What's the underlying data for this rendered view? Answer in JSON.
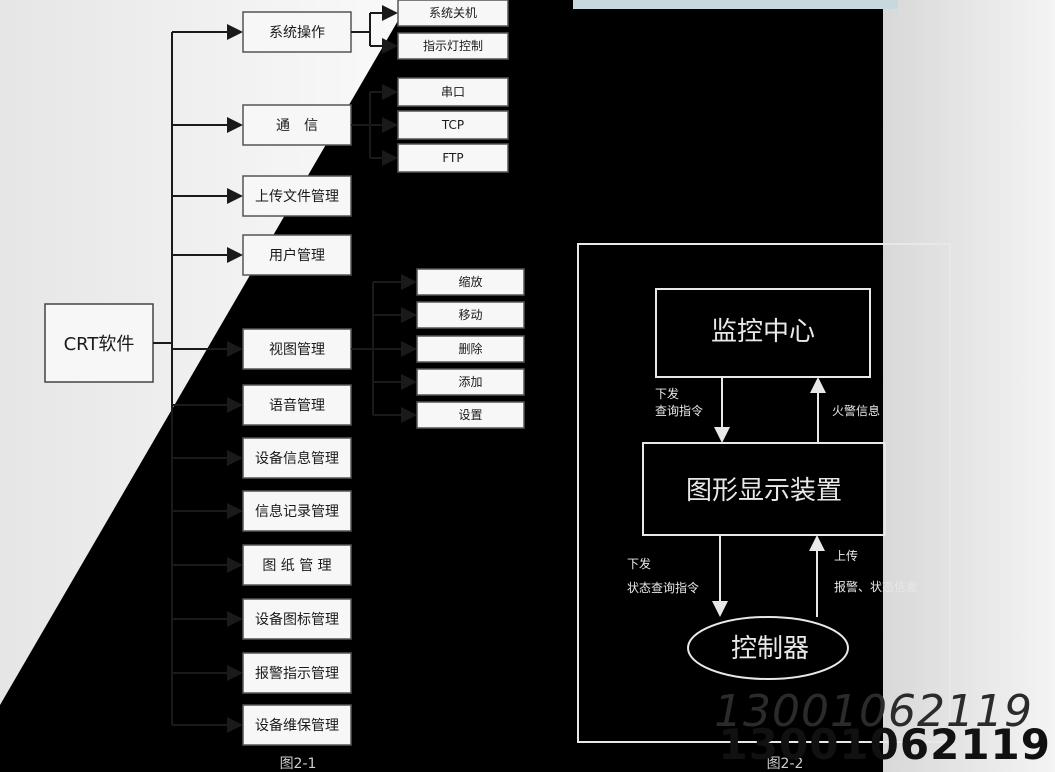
{
  "figure1": {
    "root": "CRT软件",
    "modules": [
      {
        "label": "系统操作",
        "children": [
          "系统关机",
          "指示灯控制"
        ]
      },
      {
        "label": "通　信",
        "children": [
          "串口",
          "TCP",
          "FTP"
        ]
      },
      {
        "label": "上传文件管理",
        "children": []
      },
      {
        "label": "用户管理",
        "children": []
      },
      {
        "label": "视图管理",
        "children": [
          "缩放",
          "移动",
          "删除",
          "添加",
          "设置"
        ]
      },
      {
        "label": "语音管理",
        "children": []
      },
      {
        "label": "设备信息管理",
        "children": []
      },
      {
        "label": "信息记录管理",
        "children": []
      },
      {
        "label": "图 纸 管 理",
        "children": []
      },
      {
        "label": "设备图标管理",
        "children": []
      },
      {
        "label": "报警指示管理",
        "children": []
      },
      {
        "label": "设备维保管理",
        "children": []
      }
    ],
    "caption": "图2-1"
  },
  "figure2": {
    "monitor_center": "监控中心",
    "display_device": "图形显示装置",
    "controller": "控制器",
    "down1_line1": "下发",
    "down1_line2": "查询指令",
    "up1": "火警信息",
    "down2_line1": "下发",
    "down2_line2": "状态查询指令",
    "up2_line1": "上传",
    "up2_line2": "报警、状态信息",
    "caption": "图2-2"
  },
  "watermark": {
    "line1": "13001062119",
    "line2": "13001062119"
  },
  "colors": {
    "background": "#000000",
    "light_panel": "#f2f2f2",
    "ink": "#1a1a1a",
    "box_fill": "#f7f7f7",
    "accent_bar": "#c8d8df"
  }
}
